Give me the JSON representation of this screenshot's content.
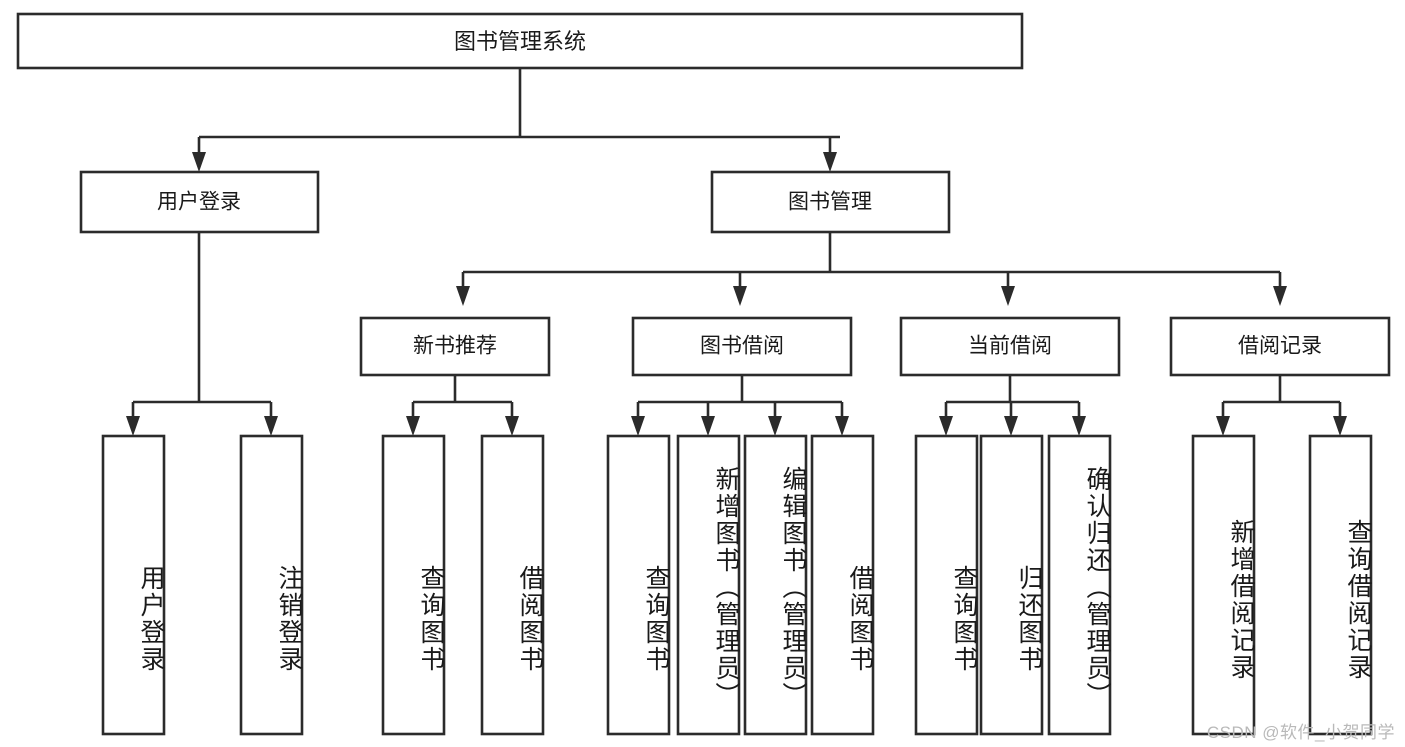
{
  "diagram": {
    "title": "图书管理系统",
    "type": "tree-hierarchy",
    "watermark": "CSDN @软件_小贺同学",
    "colors": {
      "box_stroke": "#2b2b2b",
      "box_fill": "#ffffff",
      "text": "#1a1a1a",
      "background": "#ffffff",
      "watermark": "#b9b9b9"
    },
    "root": {
      "label": "图书管理系统",
      "id": "root-system"
    },
    "level2": [
      {
        "id": "user-login",
        "label": "用户登录"
      },
      {
        "id": "book-manage",
        "label": "图书管理"
      }
    ],
    "level3": [
      {
        "id": "new-book-recommend",
        "label": "新书推荐",
        "parent": "book-manage"
      },
      {
        "id": "book-borrow",
        "label": "图书借阅",
        "parent": "book-manage"
      },
      {
        "id": "current-borrow",
        "label": "当前借阅",
        "parent": "book-manage"
      },
      {
        "id": "borrow-record",
        "label": "借阅记录",
        "parent": "book-manage"
      }
    ],
    "leaves": [
      {
        "id": "leaf-user-login",
        "label": "用户登录",
        "parent": "user-login"
      },
      {
        "id": "leaf-logout-login",
        "label": "注销登录",
        "parent": "user-login"
      },
      {
        "id": "leaf-query-book-1",
        "label": "查询图书",
        "parent": "new-book-recommend"
      },
      {
        "id": "leaf-borrow-book-1",
        "label": "借阅图书",
        "parent": "new-book-recommend"
      },
      {
        "id": "leaf-query-book-2",
        "label": "查询图书",
        "parent": "book-borrow"
      },
      {
        "id": "leaf-add-book",
        "label": "新增图书（管理员）",
        "parent": "book-borrow"
      },
      {
        "id": "leaf-edit-book",
        "label": "编辑图书（管理员）",
        "parent": "book-borrow"
      },
      {
        "id": "leaf-borrow-book-2",
        "label": "借阅图书",
        "parent": "book-borrow"
      },
      {
        "id": "leaf-query-book-3",
        "label": "查询图书",
        "parent": "current-borrow"
      },
      {
        "id": "leaf-return-book",
        "label": "归还图书",
        "parent": "current-borrow"
      },
      {
        "id": "leaf-confirm-return",
        "label": "确认归还（管理员）",
        "parent": "current-borrow"
      },
      {
        "id": "leaf-add-record",
        "label": "新增借阅记录",
        "parent": "borrow-record"
      },
      {
        "id": "leaf-query-record",
        "label": "查询借阅记录",
        "parent": "borrow-record"
      }
    ]
  }
}
